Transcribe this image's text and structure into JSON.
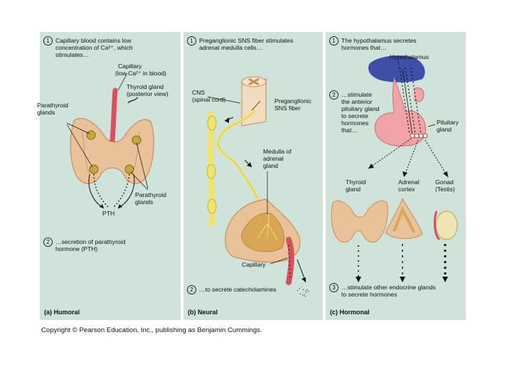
{
  "panels": [
    {
      "id": "humoral",
      "caption": "(a) Humoral",
      "steps": [
        {
          "n": "1",
          "lines": [
            "Capillary blood contains low",
            "concentration of Ca²⁺, which",
            "stimulates…"
          ]
        },
        {
          "n": "2",
          "lines": [
            "…secretion of parathyroid",
            "hormone (PTH)"
          ]
        }
      ],
      "labels": {
        "capillary": [
          "Capillary",
          "(low Ca²⁺ in blood)"
        ],
        "thyroid": [
          "Thyroid gland",
          "(posterior view)"
        ],
        "parathyroid_left": [
          "Parathyroid",
          "glands"
        ],
        "parathyroid_right": [
          "Parathyroid",
          "glands"
        ],
        "pth": "PTH"
      }
    },
    {
      "id": "neural",
      "caption": "(b) Neural",
      "steps": [
        {
          "n": "1",
          "lines": [
            "Preganglionic SNS fiber stimulates",
            "adrenal medulla cells…"
          ]
        },
        {
          "n": "2",
          "lines": [
            "…to secrete catecholamines"
          ]
        }
      ],
      "labels": {
        "cns": [
          "CNS",
          "(spinal cord)"
        ],
        "fiber": [
          "Preganglionic",
          "SNS fiber"
        ],
        "medulla": [
          "Medulla of",
          "adrenal",
          "gland"
        ],
        "capillary": "Capillary"
      }
    },
    {
      "id": "hormonal",
      "caption": "(c) Hormonal",
      "steps": [
        {
          "n": "1",
          "lines": [
            "The hypothalamus secretes",
            "hormones that…"
          ]
        },
        {
          "n": "2",
          "lines": [
            "…stimulate",
            "the anterior",
            "pituitary gland",
            "to secrete",
            "hormones",
            "that…"
          ]
        },
        {
          "n": "3",
          "lines": [
            "…stimulate other endocrine glands",
            "to secrete hormones"
          ]
        }
      ],
      "labels": {
        "hypothalamus": "Hypothalamus",
        "pituitary": [
          "Pituitary",
          "gland"
        ],
        "thyroid": [
          "Thyroid",
          "gland"
        ],
        "adrenal": [
          "Adrenal",
          "cortex"
        ],
        "gonad": [
          "Gonad",
          "(Testis)"
        ]
      }
    }
  ],
  "copyright": "Copyright © Pearson Education, Inc., publishing as Benjamin Cummings.",
  "colors": {
    "panel_bg": "#cfe3da",
    "tissue": "#e9c29a",
    "tissue_outline": "#c58d5c",
    "capillary": "#d9505f",
    "nerve": "#f2e46a",
    "hypothalamus": "#3f4fa8",
    "pituitary": "#f1a3a7"
  }
}
